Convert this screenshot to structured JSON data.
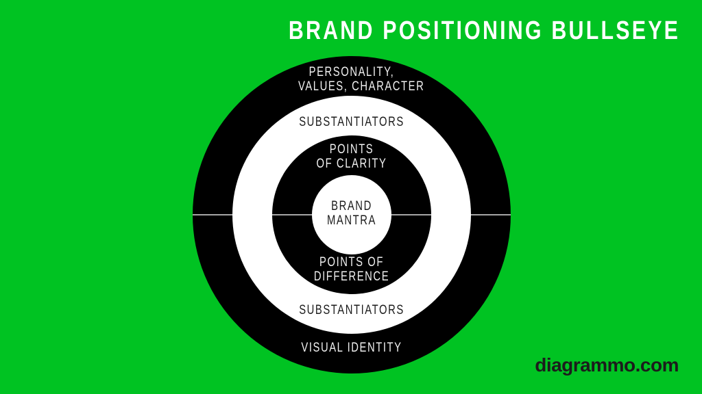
{
  "title": "BRAND POSITIONING BULLSEYE",
  "rings": {
    "outer_top_line1": "PERSONALITY,",
    "outer_top_line2": "VALUES, CHARACTER",
    "outer_bottom": "VISUAL IDENTITY",
    "white_top": "SUBSTANTIATORS",
    "white_bottom": "SUBSTANTIATORS",
    "inner_top_line1": "POINTS",
    "inner_top_line2": "OF CLARITY",
    "inner_bottom_line1": "POINTS OF",
    "inner_bottom_line2": "DIFFERENCE",
    "center_line1": "BRAND",
    "center_line2": "MANTRA"
  },
  "logo": "diagrammo.com",
  "colors": {
    "background": "#00c322",
    "ring_dark": "#000000",
    "ring_light": "#ffffff"
  }
}
